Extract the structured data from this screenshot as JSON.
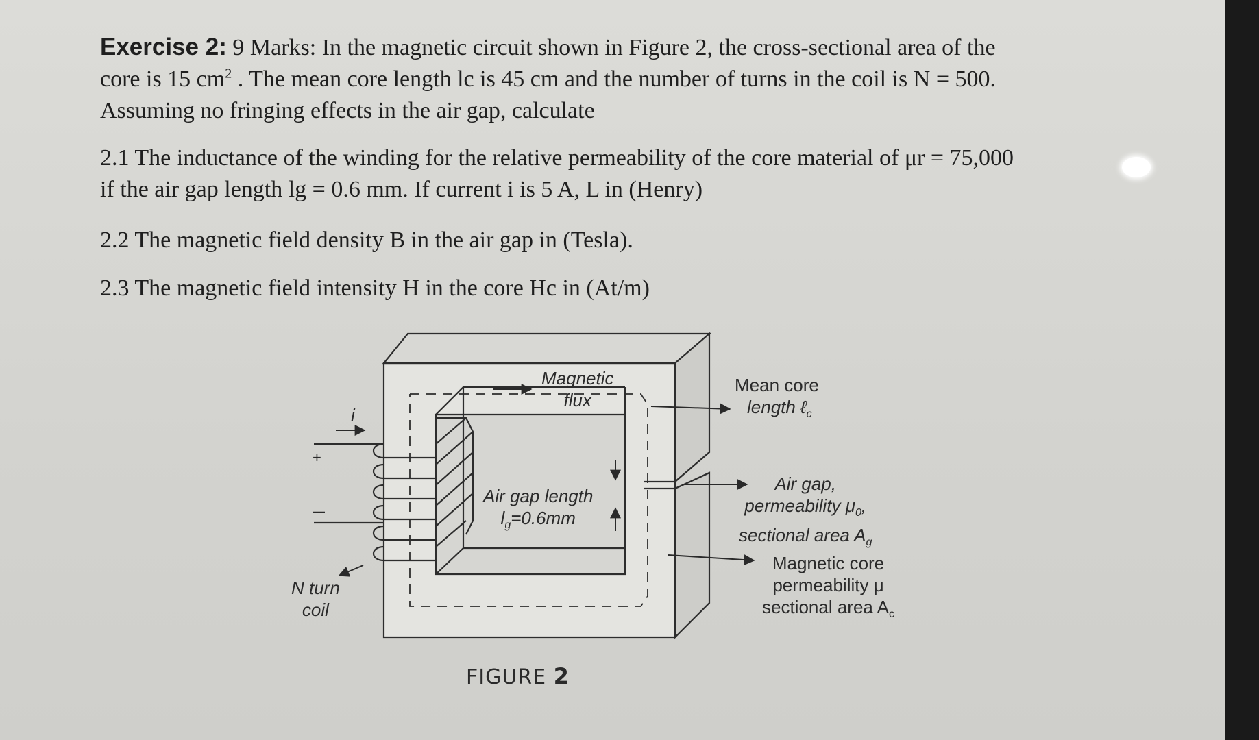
{
  "exercise": {
    "title_label": "Exercise 2:",
    "intro_line1_rest": " 9 Marks: In the magnetic circuit shown in Figure 2, the cross-sectional area of the",
    "intro_line2_a": "core is 15 cm",
    "intro_line2_sup": "2",
    "intro_line2_b": " . The mean core length lc is 45 cm and the number of turns in the coil is N = 500.",
    "intro_line3": "Assuming no fringing effects in the air gap, calculate"
  },
  "questions": {
    "q1_line1": "2.1 The inductance of the winding for the relative permeability of the core material of μr = 75,000",
    "q1_line2": "if the air gap length lg = 0.6 mm. If current i is 5 A, L in (Henry)",
    "q2": "2.2 The magnetic field density B in the air gap in (Tesla).",
    "q3": "2.3 The magnetic field intensity H in the core Hc in (At/m)"
  },
  "figure": {
    "caption_word": "FIGURE",
    "caption_num": "2",
    "magnetic_flux_1": "Magnetic",
    "magnetic_flux_2": "flux",
    "mean_core_1": "Mean core",
    "mean_core_2": "length ℓ",
    "mean_core_sub": "c",
    "air_gap_len_1": "Air gap length",
    "air_gap_len_2": "l",
    "air_gap_len_sub": "g",
    "air_gap_len_3": "=0.6mm",
    "air_gap_1": "Air gap,",
    "air_gap_2": "permeability μ",
    "air_gap_2_sub": "0",
    "air_gap_2_end": ",",
    "air_gap_3": "sectional area A",
    "air_gap_3_sub": "g",
    "core_1": "Magnetic core",
    "core_2": "permeability μ",
    "core_3": "sectional area A",
    "core_3_sub": "c",
    "current_label": "i",
    "plus_label": "+",
    "minus_label": "—",
    "coil_1": "N turn",
    "coil_2": "coil"
  }
}
